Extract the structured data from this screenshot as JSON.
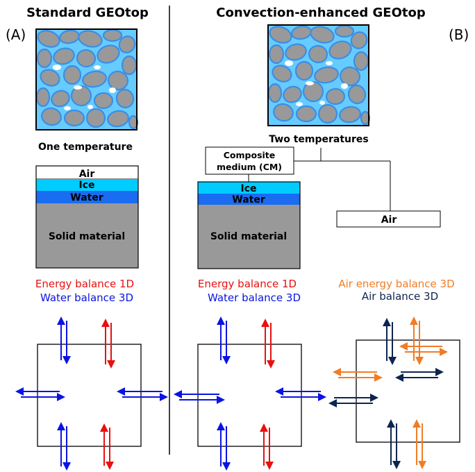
{
  "left": {
    "title": "Standard GEOtop",
    "panel_label": "(A)",
    "caption": "One temperature",
    "layers": {
      "air": "Air",
      "ice": "Ice",
      "water": "Water",
      "solid": "Solid material"
    },
    "energy_label": "Energy balance 1D",
    "water_label": "Water balance 3D"
  },
  "right": {
    "title": "Convection-enhanced GEOtop",
    "panel_label": "(B)",
    "caption": "Two temperatures",
    "composite_line1": "Composite",
    "composite_line2": "medium (CM)",
    "layers": {
      "ice": "Ice",
      "water": "Water",
      "solid": "Solid material"
    },
    "air_box": "Air",
    "energy_label": "Energy balance 1D",
    "water_label": "Water balance 3D",
    "air_energy_label": "Air energy balance 3D",
    "air_balance_label": "Air balance 3D"
  },
  "colors": {
    "grain_fill": "#999999",
    "grain_stroke": "#3a8ee6",
    "pore_water": "#66ccff",
    "ice": "#00ccff",
    "water": "#1a6cf0",
    "solid": "#999999",
    "energy_red": "#e81010",
    "water_blue": "#0a14e0",
    "air_orange": "#f07d26",
    "air_navy": "#0d2450"
  }
}
